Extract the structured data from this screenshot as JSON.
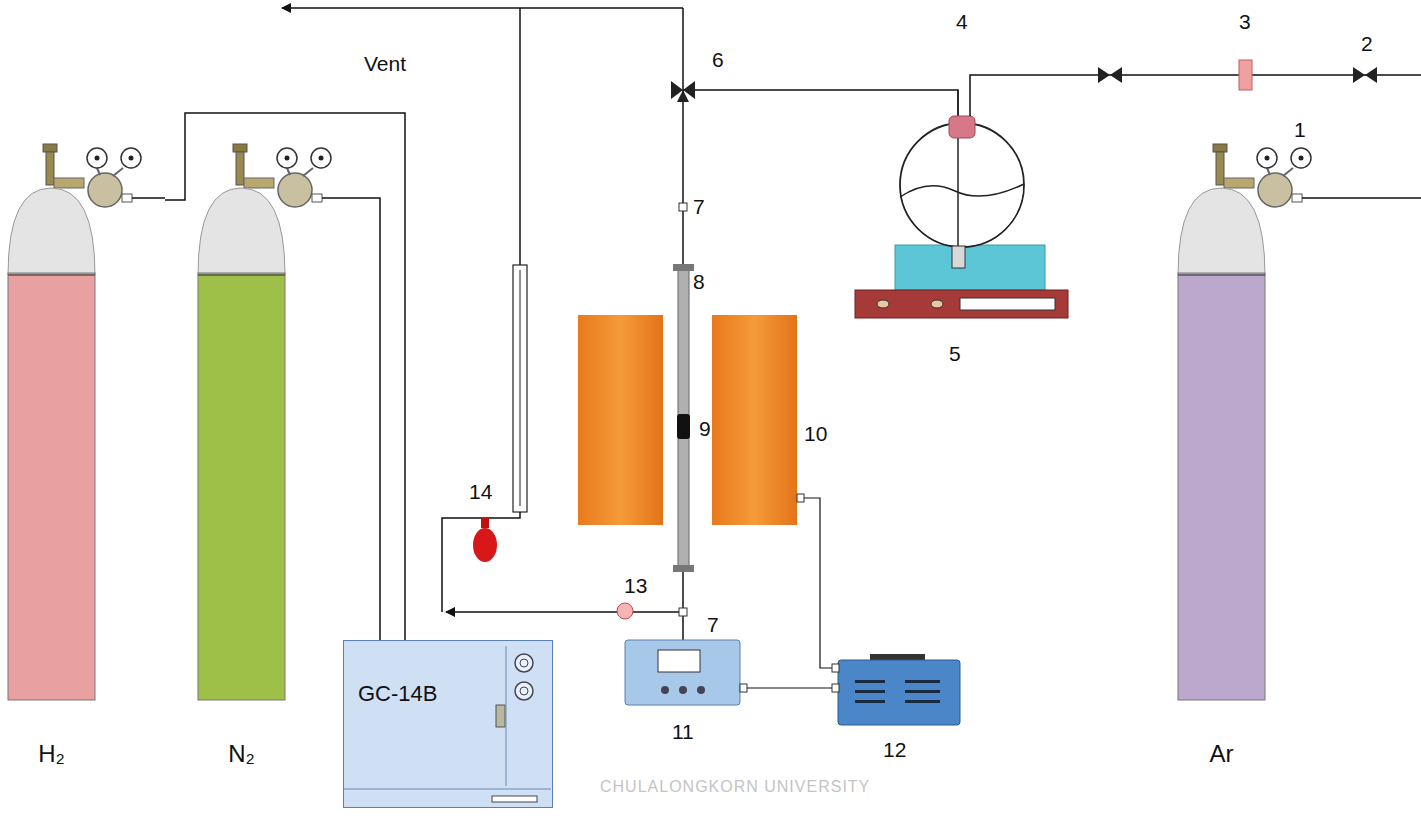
{
  "diagram": {
    "nodes": [
      {
        "text": [
          "H₂"
        ]
      },
      {
        "text": [
          "N₂"
        ]
      },
      {
        "text": [
          "GC-14B"
        ]
      },
      {
        "text": [
          "Ar"
        ]
      }
    ],
    "edges": [
      {
        "from": 0,
        "to": 2,
        "arrow": "none"
      },
      {
        "from": 1,
        "to": 2,
        "arrow": "none"
      }
    ],
    "labels": [
      "Vent",
      "6",
      "4",
      "3",
      "2",
      "1",
      "7",
      "8",
      "9",
      "10",
      "14",
      "13",
      "7",
      "5",
      "11",
      "12",
      "CHULALONGKORN UNIVERSITY"
    ]
  }
}
